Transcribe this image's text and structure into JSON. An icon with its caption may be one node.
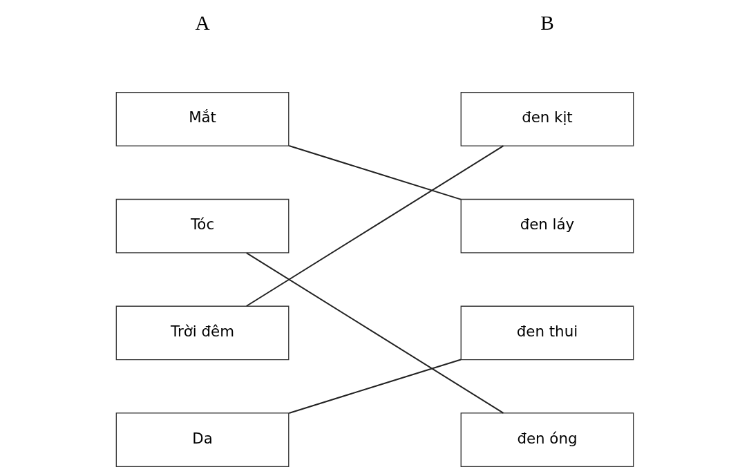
{
  "diagram": {
    "nodes": [
      {
        "text": [
          "Mắt"
        ]
      },
      {
        "text": [
          "Tóc"
        ]
      },
      {
        "text": [
          "Trời đêm"
        ]
      },
      {
        "text": [
          "Da"
        ]
      },
      {
        "text": [
          "đen kịt"
        ]
      },
      {
        "text": [
          "đen láy"
        ]
      },
      {
        "text": [
          "đen thui"
        ]
      },
      {
        "text": [
          "đen óng"
        ]
      }
    ],
    "edges": [
      {
        "from": 0,
        "to": 5,
        "arrow": "none"
      },
      {
        "from": 1,
        "to": 7,
        "arrow": "none"
      },
      {
        "from": 2,
        "to": 4,
        "arrow": "none"
      },
      {
        "from": 3,
        "to": 6,
        "arrow": "none"
      }
    ],
    "labels": [
      "A",
      "B"
    ]
  }
}
